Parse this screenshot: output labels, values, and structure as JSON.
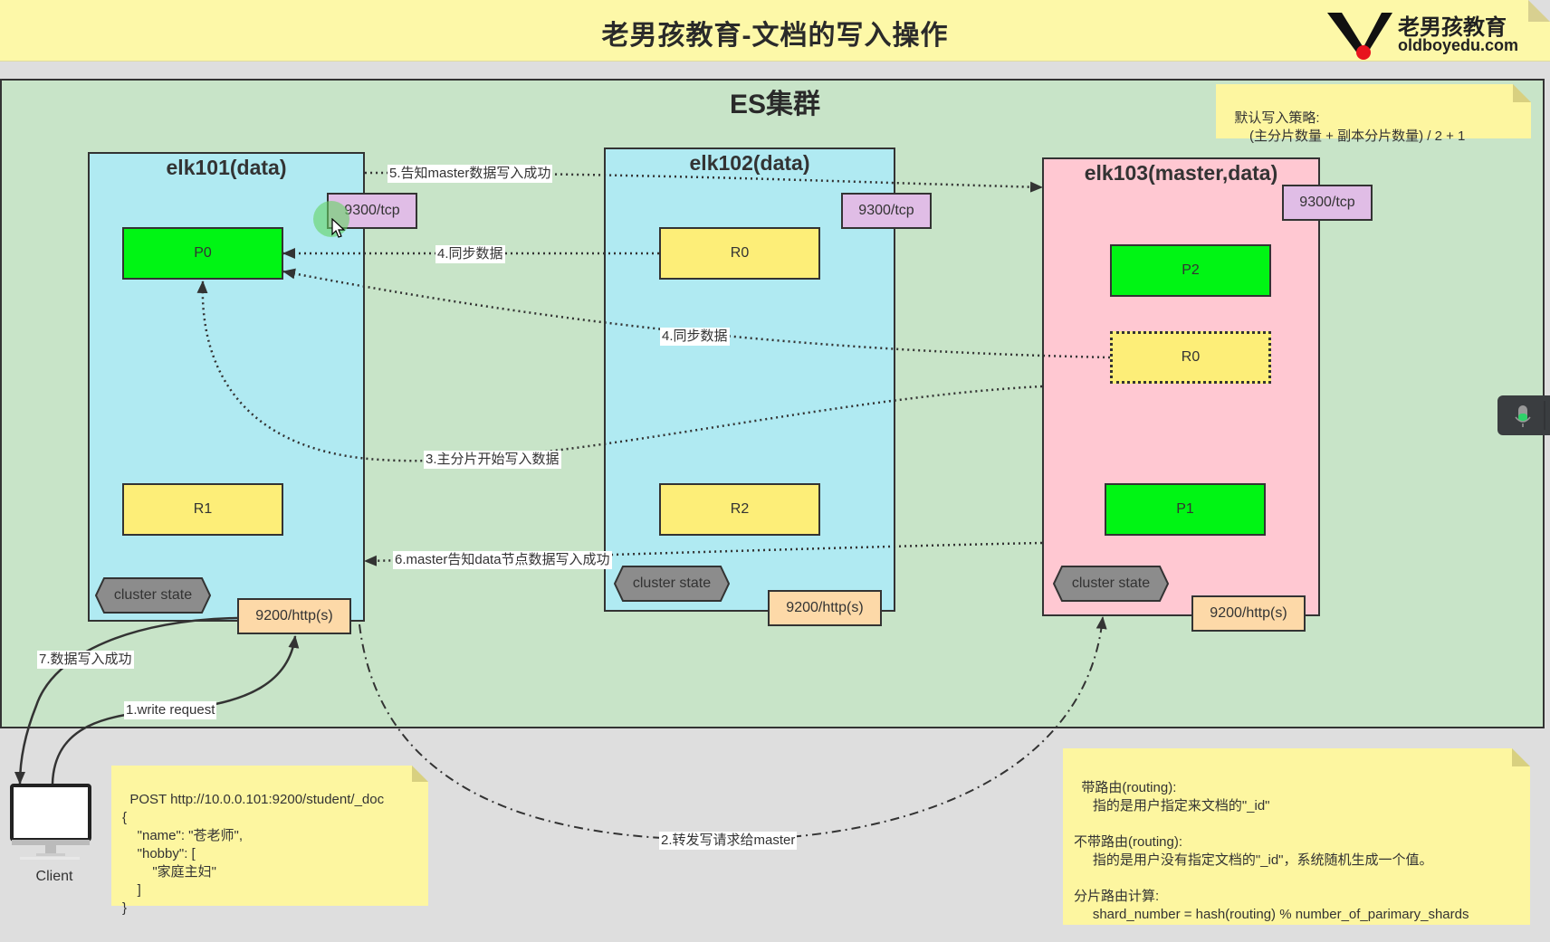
{
  "header": {
    "title": "老男孩教育-文档的写入操作",
    "logo_cn": "老男孩教育",
    "logo_en": "oldboyedu.com"
  },
  "cluster": {
    "title": "ES集群"
  },
  "policy_note": {
    "text": "默认写入策略:\n      (主分片数量 + 副本分片数量) / 2 + 1"
  },
  "nodes": [
    {
      "title": "elk101(data)",
      "tcp_port": "9300/tcp",
      "http_port": "9200/http(s)",
      "cluster_state": "cluster state",
      "shards": [
        "P0",
        "R1"
      ]
    },
    {
      "title": "elk102(data)",
      "tcp_port": "9300/tcp",
      "http_port": "9200/http(s)",
      "cluster_state": "cluster state",
      "shards": [
        "R0",
        "R2"
      ]
    },
    {
      "title": "elk103(master,data)",
      "tcp_port": "9300/tcp",
      "http_port": "9200/http(s)",
      "cluster_state": "cluster state",
      "shards": [
        "P2",
        "R0",
        "P1"
      ]
    }
  ],
  "steps": {
    "s1": "1.write request",
    "s2": "2.转发写请求给master",
    "s3": "3.主分片开始写入数据",
    "s4a": "4.同步数据",
    "s4b": "4.同步数据",
    "s5": "5.告知master数据写入成功",
    "s6": "6.master告知data节点数据写入成功",
    "s7": "7.数据写入成功"
  },
  "client": {
    "label": "Client"
  },
  "request_note": {
    "text": "POST http://10.0.0.101:9200/student/_doc\n{\n    \"name\": \"苍老师\",\n    \"hobby\": [\n        \"家庭主妇\"\n    ]\n}"
  },
  "routing_note": {
    "text": "带路由(routing):\n     指的是用户指定来文档的\"_id\"\n\n不带路由(routing):\n     指的是用户没有指定文档的\"_id\"，系统随机生成一个值。\n\n分片路由计算:\n     shard_number = hash(routing) % number_of_parimary_shards"
  },
  "colors": {
    "primary_shard": "#00f514",
    "replica_shard": "#fdee78",
    "data_node": "#b0eaf2",
    "master_node": "#ffc8d2",
    "cluster_bg": "#c8e4c8",
    "note_bg": "#fdf6a0"
  }
}
